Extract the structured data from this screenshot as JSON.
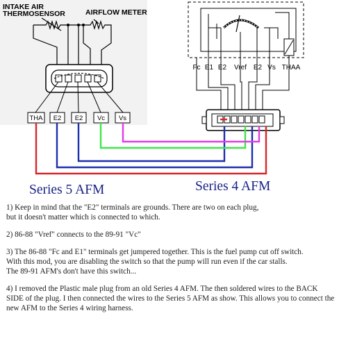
{
  "left_sensor": {
    "label_intake_line1": "INTAKE AIR",
    "label_intake_line2": "THERMOSENSOR",
    "label_airflow": "AIRFLOW METER",
    "pins": [
      "THA",
      "E2",
      "E2",
      "Vc",
      "Vs"
    ]
  },
  "right_sensor": {
    "pins": [
      "Fc",
      "E1",
      "E2",
      "Vref",
      "E2",
      "Vs",
      "THAA"
    ]
  },
  "titles": {
    "left": "Series 5 AFM",
    "right": "Series 4 AFM"
  },
  "wire_colors": {
    "red": "#d8262b",
    "blue": "#1a2fae",
    "green": "#3ee64a",
    "magenta": "#e23be8"
  },
  "notes": [
    "1) Keep in mind that the \"E2\" terminals are grounds.  There are two on each plug,\n but it doesn't matter which is connected to which.",
    "2) 86-88 \"Vref\" connects to the 89-91 \"Vc\"",
    "3) The 86-88 \"Fc and E1\" terminals get jumpered together. This is the fuel pump cut off switch.\n With this mod, you are disabling the switch so that the pump will run even if the car stalls.\n  The 89-91 AFM's don't have this switch...",
    "4)  I removed the Plastic male plug from an old Series 4 AFM.  The then soldered wires to the BACK SIDE of the plug.  I then connected the wires to the Series 5 AFM as show.  This allows you to connect the new AFM to the Series 4 wiring harness."
  ]
}
